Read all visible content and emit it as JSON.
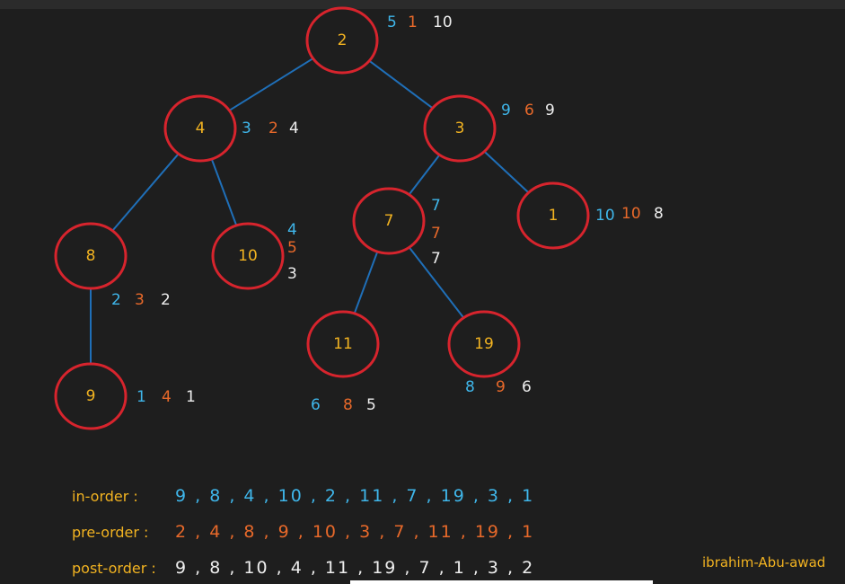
{
  "nodes": [
    {
      "id": "n2",
      "label": "2",
      "in": "5",
      "pre": "1",
      "post": "10"
    },
    {
      "id": "n4",
      "label": "4",
      "in": "3",
      "pre": "2",
      "post": "4"
    },
    {
      "id": "n3",
      "label": "3",
      "in": "9",
      "pre": "6",
      "post": "9"
    },
    {
      "id": "n8",
      "label": "8",
      "in": "2",
      "pre": "3",
      "post": "2"
    },
    {
      "id": "n10",
      "label": "10",
      "in": "4",
      "pre": "5",
      "post": "3"
    },
    {
      "id": "n7",
      "label": "7",
      "in": "7",
      "pre": "7",
      "post": "7"
    },
    {
      "id": "n1",
      "label": "1",
      "in": "10",
      "pre": "10",
      "post": "8"
    },
    {
      "id": "n9",
      "label": "9",
      "in": "1",
      "pre": "4",
      "post": "1"
    },
    {
      "id": "n11",
      "label": "11",
      "in": "6",
      "pre": "8",
      "post": "5"
    },
    {
      "id": "n19",
      "label": "19",
      "in": "8",
      "pre": "9",
      "post": "6"
    }
  ],
  "edges": [
    [
      "n2",
      "n4"
    ],
    [
      "n2",
      "n3"
    ],
    [
      "n4",
      "n8"
    ],
    [
      "n4",
      "n10"
    ],
    [
      "n8",
      "n9"
    ],
    [
      "n3",
      "n7"
    ],
    [
      "n3",
      "n1"
    ],
    [
      "n7",
      "n11"
    ],
    [
      "n7",
      "n19"
    ]
  ],
  "traversals": {
    "in_order": {
      "label": "in-order :",
      "sequence": "9 , 8 , 4 , 10 , 2 , 11 , 7 , 19 , 3 , 1"
    },
    "pre_order": {
      "label": "pre-order :",
      "sequence": "2 , 4 , 8 , 9 , 10 , 3 , 7 , 11 , 19 , 1"
    },
    "post_order": {
      "label": "post-order :",
      "sequence": "9 , 8 , 10 , 4 , 11 , 19 , 7 , 1 , 3 , 2"
    }
  },
  "author": "ibrahim-Abu-awad",
  "colors": {
    "background": "#1e1e1e",
    "node_stroke": "#d7242d",
    "node_label": "#f2b321",
    "edge": "#1f6fb8",
    "in_order": "#3fb6ea",
    "pre_order": "#e8692a",
    "post_order": "#eeeeee"
  }
}
